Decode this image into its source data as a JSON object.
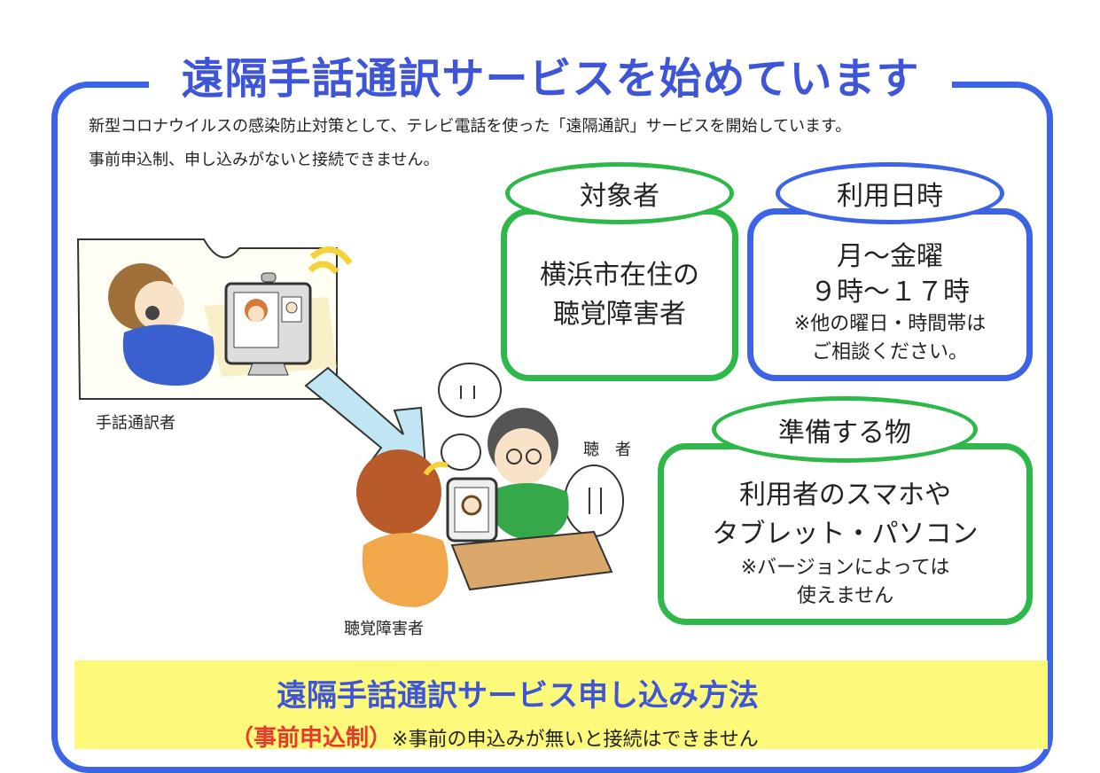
{
  "title": "遠隔手話通訳サービスを始めています",
  "intro": {
    "line1": "新型コロナウイルスの感染防止対策として、テレビ電話を使った「遠隔通訳」サービスを開始しています。",
    "line2": "事前申込制、申し込みがないと接続できません。"
  },
  "target": {
    "label": "対象者",
    "line1": "横浜市在住の",
    "line2": "聴覚障害者"
  },
  "hours": {
    "label": "利用日時",
    "line1": "月～金曜",
    "line2": "９時～１７時",
    "note1": "※他の曜日・時間帯は",
    "note2": "ご相談ください。"
  },
  "prepare": {
    "label": "準備する物",
    "line1": "利用者のスマホや",
    "line2": "タブレット・パソコン",
    "note1": "※バージョンによっては",
    "note2": "使えません"
  },
  "captions": {
    "interpreter": "手話通訳者",
    "hearing": "聴　者",
    "deaf": "聴覚障害者"
  },
  "apply": {
    "title": "遠隔手話通訳サービス申し込み方法",
    "sub_strong": "（事前申込制）",
    "sub_note": "※事前の申込みが無いと接続はできません"
  },
  "colors": {
    "blue": "#3d63e6",
    "green": "#2fb84a",
    "title_blue": "#3e55d8",
    "yellow": "#fdf97a"
  }
}
